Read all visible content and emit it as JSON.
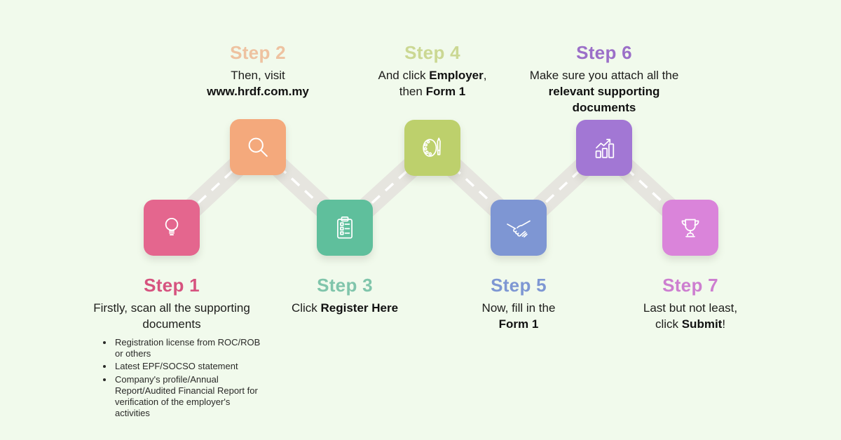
{
  "page": {
    "background": "#f1faec"
  },
  "road": {
    "color": "#e6e5df",
    "dash_color": "#ffffff"
  },
  "steps": [
    {
      "title": "Step 1",
      "title_color": "#d6537f",
      "icon_color": "#e4668e",
      "icon": "lightbulb-icon",
      "body": [
        "Firstly, scan all the supporting",
        "documents"
      ],
      "bullets": [
        "Registration license from ROC/ROB or others",
        "Latest EPF/SOCSO statement",
        "Company's profile/Annual Report/Audited Financial Report for verification of the employer's activities"
      ]
    },
    {
      "title": "Step 2",
      "title_color": "#eec2a0",
      "icon_color": "#f4a97c",
      "icon": "search-icon",
      "body": [
        "Then, visit",
        "www.hrdf.com.my"
      ]
    },
    {
      "title": "Step 3",
      "title_color": "#80c5ab",
      "icon_color": "#5fbf9c",
      "icon": "checklist-icon",
      "body": [
        "Click ",
        "Register Here"
      ]
    },
    {
      "title": "Step 4",
      "title_color": "#cbd893",
      "icon_color": "#bdd06c",
      "icon": "palette-icon",
      "body": [
        "And click ",
        "Employer",
        ",",
        "then ",
        "Form 1"
      ]
    },
    {
      "title": "Step 5",
      "title_color": "#7e97d3",
      "icon_color": "#7e96d3",
      "icon": "handshake-icon",
      "body": [
        "Now, fill in the",
        "Form 1"
      ]
    },
    {
      "title": "Step 6",
      "title_color": "#9b6fc8",
      "icon_color": "#a277d4",
      "icon": "bar-chart-icon",
      "body": [
        "Make sure you attach all the",
        "relevant supporting",
        "documents"
      ]
    },
    {
      "title": "Step 7",
      "title_color": "#cd7ed0",
      "icon_color": "#da84da",
      "icon": "trophy-icon",
      "body": [
        "Last but not least,",
        "click ",
        "Submit",
        "!"
      ]
    }
  ]
}
